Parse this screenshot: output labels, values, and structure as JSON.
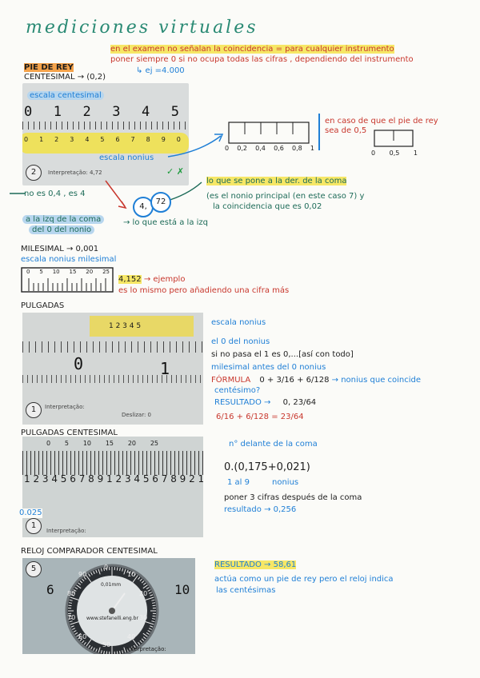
{
  "title": "mediciones virtuales",
  "notes": {
    "top1": "en el examen no señalan la coincidencia = para cualquier instrumento",
    "top2": "poner siempre 0 si no ocupa todas las cifras , dependiendo del instrumento",
    "top3": "↳ ej =4.000"
  },
  "pie_de_rey": {
    "heading": "PIE DE REY",
    "centesimal": "CENTESIMAL → (0,2)",
    "escala_centesimal": "escala centesimal",
    "escala_nonius": "escala nonius",
    "ruler_top": [
      "0",
      "1",
      "2",
      "3",
      "4",
      "5"
    ],
    "ruler_bottom": [
      "0",
      "1",
      "2",
      "3",
      "4",
      "5",
      "6",
      "7",
      "8",
      "9",
      "0"
    ],
    "badge_2": "2",
    "interpretacao": "Interpretação: 4,72",
    "ok_label": "✓ ✗",
    "caso_note1": "en caso de que el pie de rey",
    "caso_note2": "sea de 0,5",
    "small_scale_a": [
      "0",
      "0,2",
      "0,4",
      "0,6",
      "0,8",
      "1"
    ],
    "small_scale_b": [
      "0",
      "0,5",
      "1"
    ],
    "bubble_4": "4,",
    "bubble_72": "72",
    "left_note": "no es 0,4 , es 4",
    "izq_note1": "a la izq de la coma",
    "izq_note2": "del 0 del nonio",
    "izq_tail": "→ lo que está a la izq",
    "der_note1": "lo que se pone a la der. de la coma",
    "der_note2": "(es el nonio principal (en este caso 7) y",
    "der_note3": "la coincidencia que es 0,02"
  },
  "milesimal": {
    "heading": "MILESIMAL → 0,001",
    "escala": "escala nonius milesimal",
    "scale": [
      "0",
      "5",
      "10",
      "15",
      "20",
      "25"
    ],
    "ejemplo_value": "4,152",
    "ejemplo_label": "→ ejemplo",
    "note": "es lo mismo pero añadiendo una cifra más"
  },
  "pulgadas": {
    "heading": "PULGADAS",
    "escala_nonius": "escala nonius",
    "digits": "1 2 3 4 5",
    "big0": "0",
    "big1": "1",
    "n1": "el 0 del nonius",
    "n2": "si no pasa el 1 es 0,...[así con todo]",
    "n3": "milesimal antes del 0 nonius",
    "formula_label": "FÓRMULA",
    "formula": "0 + 3/16 + 6/128",
    "formula_note": "→ nonius que coincide",
    "centesimo": "centésimo?",
    "resultado_label": "RESULTADO →",
    "resultado": "0, 23/64",
    "calc": "6/16 + 6/128 = 23/64",
    "badge_1": "1",
    "interpretacao": "Interpretação:",
    "desliz": "Deslizar: 0"
  },
  "pulgadas_centesimal": {
    "heading": "PULGADAS CENTESIMAL",
    "top_scale": [
      "0",
      "5",
      "10",
      "15",
      "20",
      "25"
    ],
    "digits": "1 2 3 4 5 6 7 8 9 1 2 3 4 5 6 7 8 9 2 1 2",
    "left_num": "0.025",
    "badge_1": "1",
    "interpretacao": "Interpretação:",
    "n1": "n° delante de la coma",
    "formula": "0.(0,175+0,021)",
    "sub1": "1 al 9",
    "sub2": "nonius",
    "n2": "poner 3 cifras después de la coma",
    "resultado": "resultado → 0,256"
  },
  "reloj": {
    "heading": "RELOJ COMPARADOR CENTESIMAL",
    "badge_5": "5",
    "dial": [
      "0",
      "10",
      "20",
      "30",
      "40",
      "50",
      "60",
      "70",
      "80",
      "90"
    ],
    "unit": "0,01mm",
    "brand": "www.stefanelli.eng.br",
    "big6": "6",
    "big10": "10",
    "resultado": "RESULTADO → 58,61",
    "n1": "actúa como un pie de rey pero el reloj indica",
    "n2": "las centésimas",
    "interpretacao": "Interpretação:"
  },
  "colors": {
    "title": "#2a8a74",
    "red_ink": "#c8372d",
    "blue_ink": "#1f7fd6",
    "highlight_yellow": "#f6e766",
    "highlight_orange": "#f4a24a",
    "highlight_blue": "#b7d6ee"
  }
}
